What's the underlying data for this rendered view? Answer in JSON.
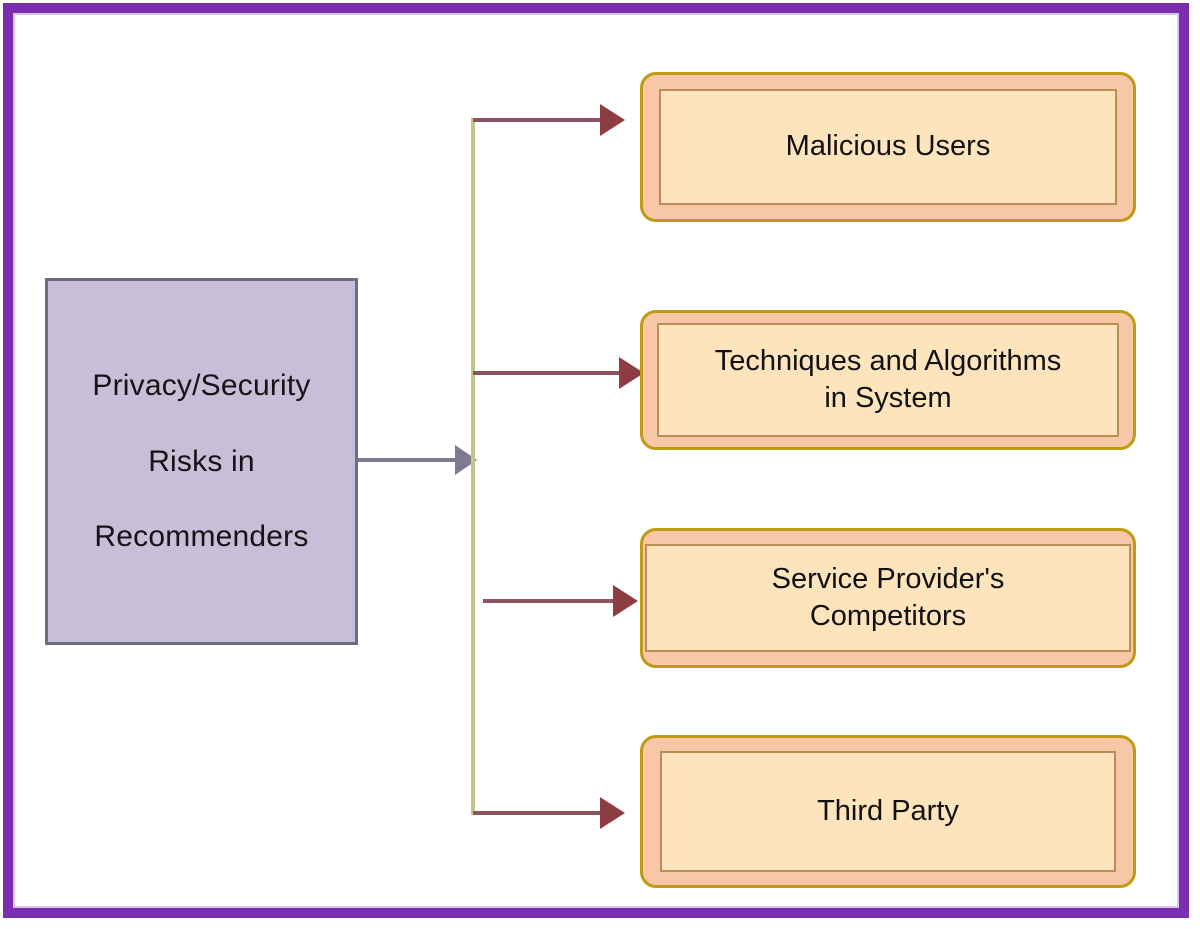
{
  "diagram": {
    "title": "Privacy/Security Risks in Recommenders taxonomy",
    "frame_color": "#7b2fb0",
    "source": {
      "name": "Privacy/Security Risks in Recommenders",
      "lines": [
        "Privacy/Security",
        "Risks in",
        "Recommenders"
      ],
      "fill": "#c8bed8",
      "border": "#6f6b80"
    },
    "targets": [
      {
        "id": "malicious-users",
        "label": "Malicious Users",
        "lines": [
          "Malicious Users"
        ],
        "fill": "#f7c7a8",
        "inner_fill": "#fde4bd",
        "border": "#c09a12"
      },
      {
        "id": "techniques",
        "label": "Techniques and Algorithms in System",
        "lines": [
          "Techniques and Algorithms",
          "in System"
        ],
        "fill": "#f7c7a8",
        "inner_fill": "#fde4bd",
        "border": "#c09a12"
      },
      {
        "id": "competitors",
        "label": "Service Provider's Competitors",
        "lines": [
          "Service Provider's",
          "Competitors"
        ],
        "fill": "#f7c7a8",
        "inner_fill": "#fde4bd",
        "border": "#c09a12"
      },
      {
        "id": "third-party",
        "label": "Third Party",
        "lines": [
          "Third Party"
        ],
        "fill": "#f7c7a8",
        "inner_fill": "#fde4bd",
        "border": "#c09a12"
      }
    ],
    "edges": {
      "trunk_color": "#c7c489",
      "branch_color": "#8d5460",
      "branch_head_color": "#8d3c42",
      "source_edge_color": "#7d7a92"
    }
  }
}
